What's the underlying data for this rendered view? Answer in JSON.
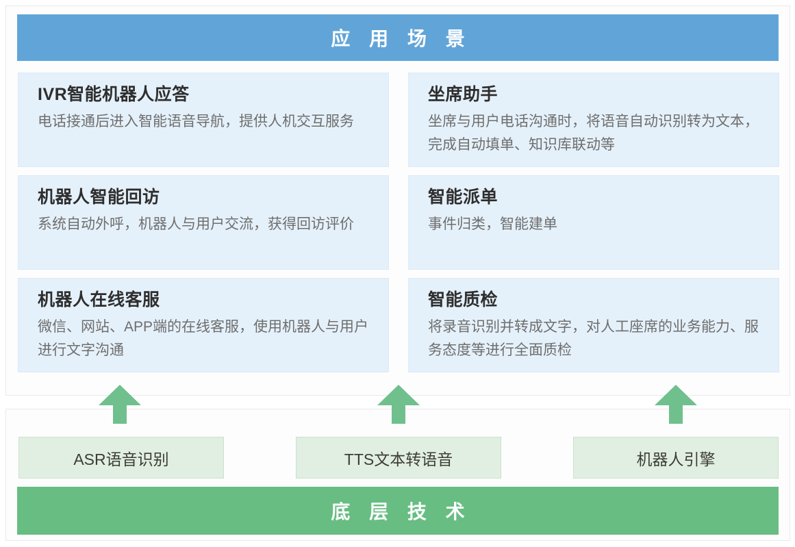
{
  "section_top": {
    "title": "应 用 场 景",
    "cards": [
      {
        "title": "IVR智能机器人应答",
        "desc": "电话接通后进入智能语音导航，提供人机交互服务"
      },
      {
        "title": "坐席助手",
        "desc": "坐席与用户电话沟通时，将语音自动识别转为文本，完成自动填单、知识库联动等"
      },
      {
        "title": "机器人智能回访",
        "desc": "系统自动外呼，机器人与用户交流，获得回访评价"
      },
      {
        "title": "智能派单",
        "desc": "事件归类，智能建单"
      },
      {
        "title": "机器人在线客服",
        "desc": "微信、网站、APP端的在线客服，使用机器人与用户进行文字沟通"
      },
      {
        "title": "智能质检",
        "desc": "将录音识别并转成文字，对人工座席的业务能力、服务态度等进行全面质检"
      }
    ]
  },
  "arrows": {
    "icon": "up-arrow",
    "count": 3
  },
  "section_bottom": {
    "title": "底 层 技 术",
    "boxes": [
      {
        "label": "ASR语音识别"
      },
      {
        "label": "TTS文本转语音"
      },
      {
        "label": "机器人引擎"
      }
    ]
  },
  "colors": {
    "header_blue": "#61A5D8",
    "card_blue": "#E5F1FA",
    "arrow_green": "#6FC08D",
    "bar_green": "#67BD82",
    "tech_box_green": "#E1EFE2",
    "tech_box_border": "#C9E2CC",
    "title_text": "#2E2E2E",
    "body_text": "#6E6E6E",
    "panel_border": "#E9E9EC"
  }
}
